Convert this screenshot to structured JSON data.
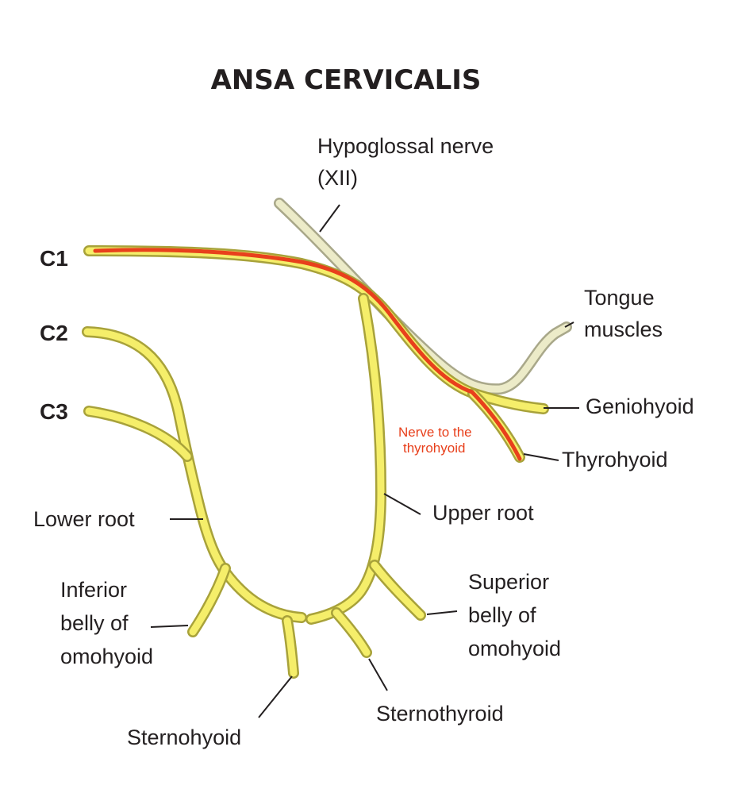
{
  "title": "ANSA CERVICALIS",
  "labels": {
    "hypoglossal_line1": "Hypoglossal nerve",
    "hypoglossal_line2": "(XII)",
    "c1": "C1",
    "c2": "C2",
    "c3": "C3",
    "tongue_line1": "Tongue",
    "tongue_line2": "muscles",
    "geniohyoid": "Geniohyoid",
    "thyrohyoid": "Thyrohyoid",
    "nerve_to_thyrohyoid_line1": "Nerve to the",
    "nerve_to_thyrohyoid_line2": "thyrohyoid",
    "upper_root": "Upper root",
    "lower_root": "Lower root",
    "inferior_line1": "Inferior",
    "inferior_line2": "belly of",
    "inferior_line3": "omohyoid",
    "superior_line1": "Superior",
    "superior_line2": "belly of",
    "superior_line3": "omohyoid",
    "sternohyoid": "Sternohyoid",
    "sternothyroid": "Sternothyroid"
  },
  "colors": {
    "nerve_yellow": "#f5ee6a",
    "hypoglossal_pale": "#ecebc8",
    "highlight_red": "#e8401c",
    "text": "#231f20"
  }
}
